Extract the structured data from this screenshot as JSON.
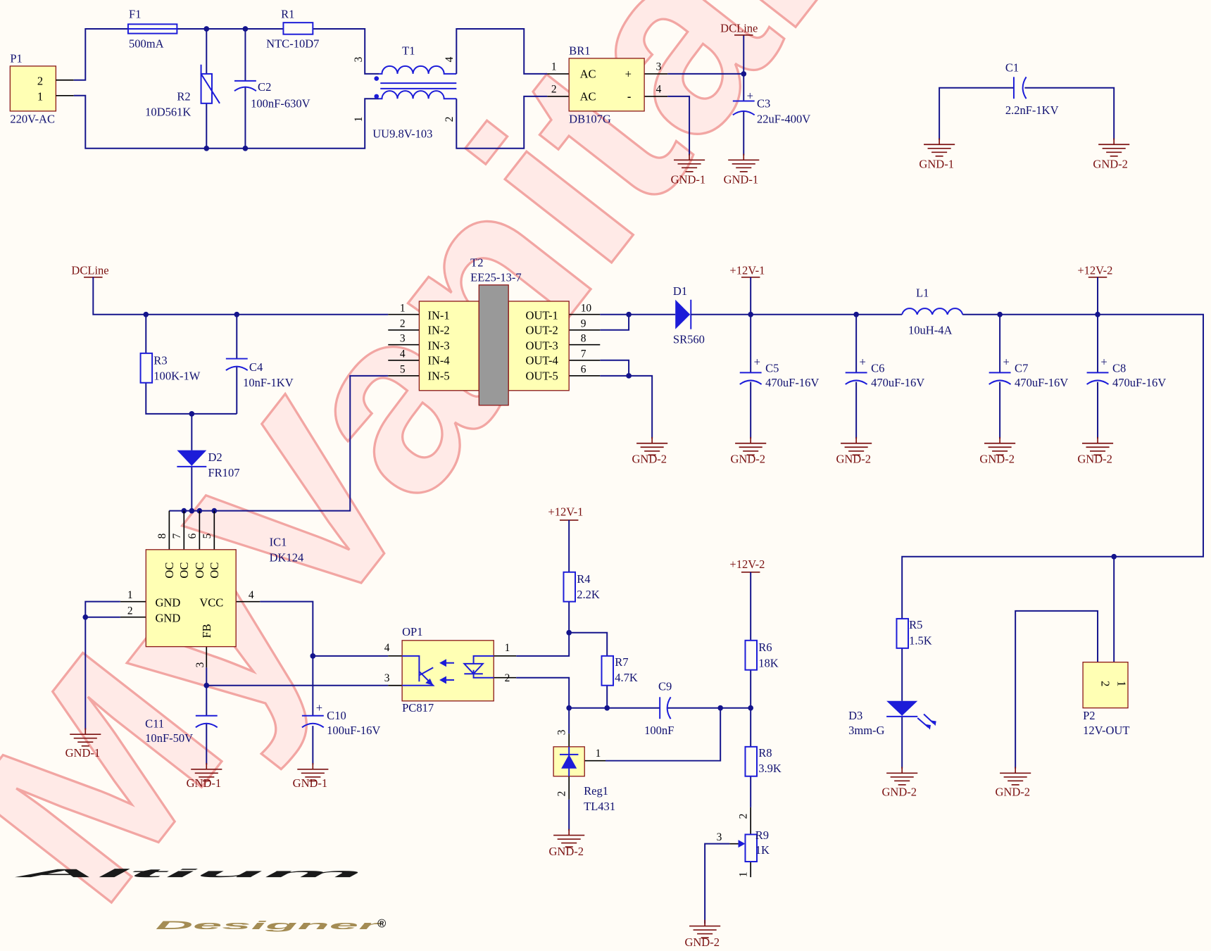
{
  "watermark": "MyVanitar",
  "logo": {
    "line1": "Altium",
    "line2": "Designer",
    "mark": "®",
    "colors": {
      "line1": "#1a1a1a",
      "line2": "#a48c54"
    }
  },
  "colors": {
    "wire": "#14148c",
    "component": "#1c1cd8",
    "body_fill": "#ffffb4",
    "power_label": "#7a1010",
    "text": "#101070"
  },
  "components": {
    "P1": {
      "designator": "P1",
      "value": "220V-AC",
      "pins": [
        "2",
        "1"
      ]
    },
    "F1": {
      "designator": "F1",
      "value": "500mA"
    },
    "R1": {
      "designator": "R1",
      "value": "NTC-10D7"
    },
    "R2": {
      "designator": "R2",
      "value": "10D561K"
    },
    "C2": {
      "designator": "C2",
      "value": "100nF-630V"
    },
    "T1": {
      "designator": "T1",
      "value": "UU9.8V-103",
      "pins": [
        "3",
        "4",
        "1",
        "2"
      ]
    },
    "BR1": {
      "designator": "BR1",
      "value": "DB107G",
      "pins": [
        "1",
        "2",
        "3",
        "4"
      ],
      "labels": [
        "AC",
        "AC",
        "+",
        "-"
      ]
    },
    "C3": {
      "designator": "C3",
      "value": "22uF-400V",
      "polarity": "+"
    },
    "C1": {
      "designator": "C1",
      "value": "2.2nF-1KV"
    },
    "T2": {
      "designator": "T2",
      "value": "EE25-13-7",
      "in_labels": [
        "IN-1",
        "IN-2",
        "IN-3",
        "IN-4",
        "IN-5"
      ],
      "out_labels": [
        "OUT-1",
        "OUT-2",
        "OUT-3",
        "OUT-4",
        "OUT-5"
      ],
      "in_pins": [
        "1",
        "2",
        "3",
        "4",
        "5"
      ],
      "out_pins": [
        "10",
        "9",
        "8",
        "7",
        "6"
      ]
    },
    "R3": {
      "designator": "R3",
      "value": "100K-1W"
    },
    "C4": {
      "designator": "C4",
      "value": "10nF-1KV"
    },
    "D2": {
      "designator": "D2",
      "value": "FR107"
    },
    "D1": {
      "designator": "D1",
      "value": "SR560"
    },
    "L1": {
      "designator": "L1",
      "value": "10uH-4A"
    },
    "C5": {
      "designator": "C5",
      "value": "470uF-16V",
      "polarity": "+"
    },
    "C6": {
      "designator": "C6",
      "value": "470uF-16V",
      "polarity": "+"
    },
    "C7": {
      "designator": "C7",
      "value": "470uF-16V",
      "polarity": "+"
    },
    "C8": {
      "designator": "C8",
      "value": "470uF-16V",
      "polarity": "+"
    },
    "IC1": {
      "designator": "IC1",
      "value": "DK124",
      "top_pins": [
        "8",
        "7",
        "6",
        "5"
      ],
      "top_labels": [
        "OC",
        "OC",
        "OC",
        "OC"
      ],
      "left_pins": [
        "1",
        "2"
      ],
      "left_labels": [
        "GND",
        "GND"
      ],
      "right_pin": "4",
      "right_label": "VCC",
      "bottom_pin": "3",
      "bottom_label": "FB"
    },
    "C11": {
      "designator": "C11",
      "value": "10nF-50V"
    },
    "C10": {
      "designator": "C10",
      "value": "100uF-16V",
      "polarity": "+"
    },
    "OP1": {
      "designator": "OP1",
      "value": "PC817",
      "pins": [
        "4",
        "3",
        "1",
        "2"
      ]
    },
    "R4": {
      "designator": "R4",
      "value": "2.2K"
    },
    "R7": {
      "designator": "R7",
      "value": "4.7K"
    },
    "C9": {
      "designator": "C9",
      "value": "100nF"
    },
    "Reg1": {
      "designator": "Reg1",
      "value": "TL431",
      "pins": [
        "3",
        "1",
        "2"
      ]
    },
    "R6": {
      "designator": "R6",
      "value": "18K"
    },
    "R8": {
      "designator": "R8",
      "value": "3.9K"
    },
    "R9": {
      "designator": "R9",
      "value": "1K",
      "pins": [
        "3",
        "2",
        "1"
      ]
    },
    "R5": {
      "designator": "R5",
      "value": "1.5K"
    },
    "D3": {
      "designator": "D3",
      "value": "3mm-G"
    },
    "P2": {
      "designator": "P2",
      "value": "12V-OUT",
      "pins": [
        "2",
        "1"
      ]
    }
  },
  "nets": {
    "dcline": "DCLine",
    "v12_1": "+12V-1",
    "v12_2": "+12V-2",
    "gnd1": "GND-1",
    "gnd2": "GND-2"
  }
}
